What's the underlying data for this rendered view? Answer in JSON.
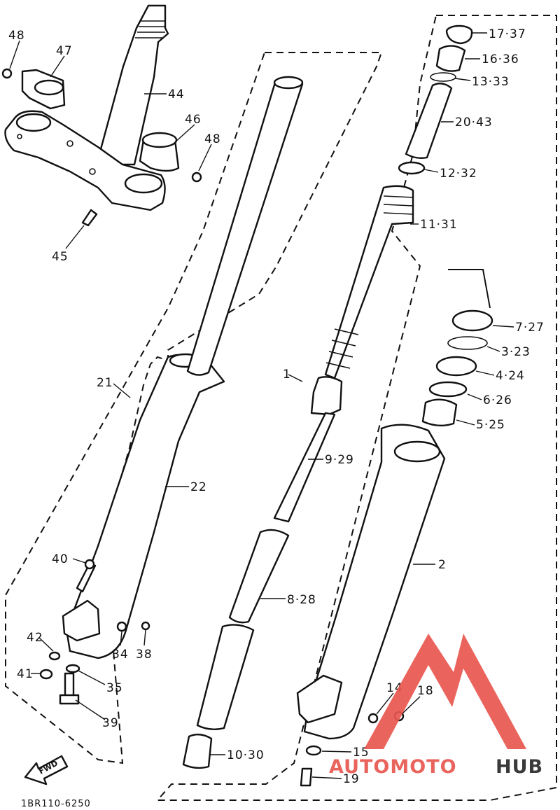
{
  "diagram_code": "1BR110-6250",
  "fwd_arrow_label": "FWD",
  "watermark": {
    "text_primary": "AUTOMOTO",
    "text_secondary": "HUB",
    "color_primary": "#e8574f",
    "color_secondary": "#2a2a2a"
  },
  "callouts": {
    "c48a": "48",
    "c47": "47",
    "c44": "44",
    "c46": "46",
    "c48b": "48",
    "c45": "45",
    "c21": "21",
    "c22": "22",
    "c40": "40",
    "c42": "42",
    "c41": "41",
    "c34": "34",
    "c38": "38",
    "c35": "35",
    "c39": "39",
    "c1": "1",
    "c9_29": "9·29",
    "c8_28": "8·28",
    "c10_30": "10·30",
    "c17_37": "17·37",
    "c16_36": "16·36",
    "c13_33": "13·33",
    "c20_43": "20·43",
    "c12_32": "12·32",
    "c11_31": "11·31",
    "c7_27": "7·27",
    "c3_23": "3·23",
    "c4_24": "4·24",
    "c6_26": "6·26",
    "c5_25": "5·25",
    "c2": "2",
    "c14": "14",
    "c18": "18",
    "c15": "15",
    "c19": "19"
  }
}
